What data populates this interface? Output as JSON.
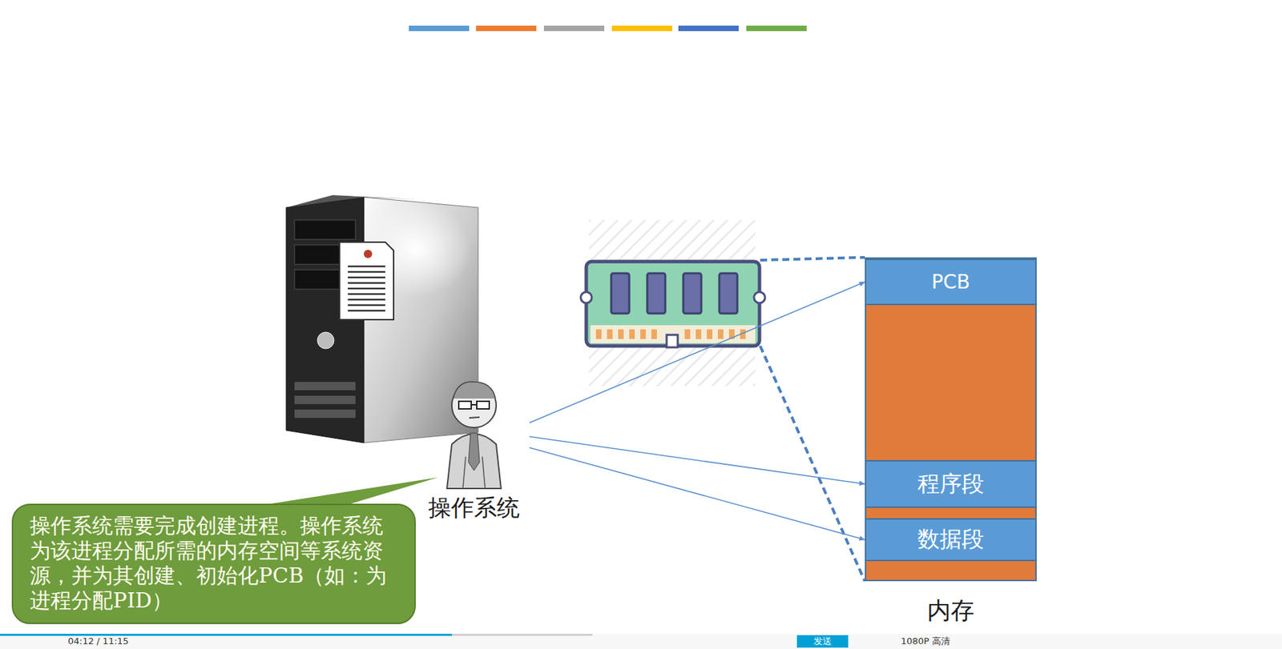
{
  "diagram": {
    "nodes": [
      {
        "text": [
          "操作系统"
        ]
      },
      {
        "text": [
          "操作系统需要完成创建进程。操作系统为该进程分配所需的内存空间等系统资源，并为其创建、初始化PCB（如：为进程分配PID）"
        ]
      },
      {
        "text": [
          "内存"
        ]
      },
      {
        "text": [
          "PCB"
        ],
        "in": 2
      },
      {
        "text": [
          "程序段"
        ],
        "in": 2
      },
      {
        "text": [
          "数据段"
        ],
        "in": 2
      }
    ],
    "edges": [
      {
        "from": 0,
        "to": 3,
        "arrow": "to"
      },
      {
        "from": 0,
        "to": 4,
        "arrow": "to"
      },
      {
        "from": 0,
        "to": 5,
        "arrow": "to"
      }
    ],
    "labels": [
      "04:12 / 11:15",
      "发送",
      "1080P 高清"
    ]
  }
}
